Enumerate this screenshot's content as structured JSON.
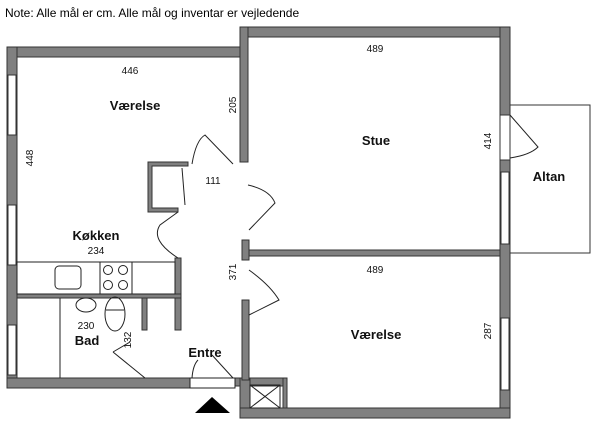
{
  "note": "Note: Alle mål er cm. Alle mål og inventar er vejledende",
  "rooms": {
    "vaerelse_1": {
      "label": "Værelse",
      "width": "446",
      "depth": "448",
      "side": "205"
    },
    "hall_closet": {
      "dim": "111"
    },
    "kokken": {
      "label": "Køkken",
      "dim": "234"
    },
    "bad": {
      "label": "Bad",
      "width": "230",
      "depth": "132"
    },
    "entre": {
      "label": "Entre",
      "dim": "371"
    },
    "stue": {
      "label": "Stue",
      "width": "489",
      "depth": "414"
    },
    "altan": {
      "label": "Altan"
    },
    "vaerelse_2": {
      "label": "Værelse",
      "width": "489",
      "depth": "287"
    }
  }
}
